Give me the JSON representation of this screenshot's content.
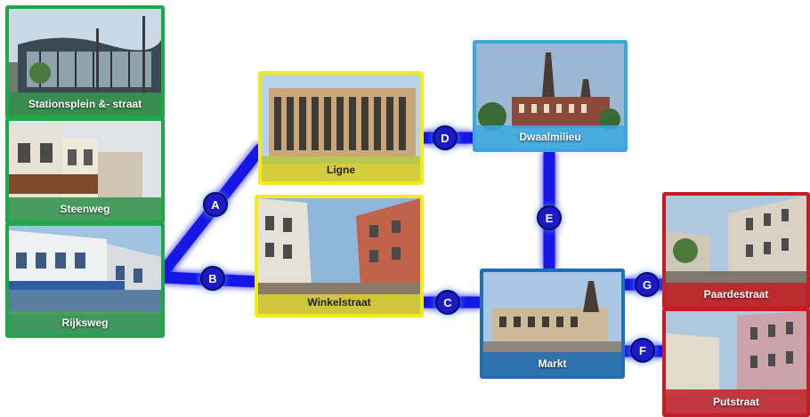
{
  "colors": {
    "route": "#1414e6",
    "route_glow": "#7fb2ff",
    "badge": "#1a1ac8",
    "green_frame": "#1fa84a",
    "yellow_frame": "#f2ea1a",
    "lightblue_frame": "#3aa8e0",
    "blue_frame": "#1f6fb8",
    "red_frame": "#c41e24"
  },
  "nodes": [
    {
      "id": "stationsplein",
      "label": "Stationsplein &- straat",
      "frame": "green"
    },
    {
      "id": "steenweg",
      "label": "Steenweg",
      "frame": "green"
    },
    {
      "id": "rijksweg",
      "label": "Rijksweg",
      "frame": "green"
    },
    {
      "id": "ligne",
      "label": "Ligne",
      "frame": "yellow"
    },
    {
      "id": "winkelstraat",
      "label": "Winkelstraat",
      "frame": "yellow"
    },
    {
      "id": "dwaalmilieu",
      "label": "Dwaalmilieu",
      "frame": "lightblue"
    },
    {
      "id": "markt",
      "label": "Markt",
      "frame": "blue"
    },
    {
      "id": "paardestraat",
      "label": "Paardestraat",
      "frame": "red"
    },
    {
      "id": "putstraat",
      "label": "Putstraat",
      "frame": "red"
    }
  ],
  "connections": [
    {
      "id": "A",
      "label": "A"
    },
    {
      "id": "B",
      "label": "B"
    },
    {
      "id": "C",
      "label": "C"
    },
    {
      "id": "D",
      "label": "D"
    },
    {
      "id": "E",
      "label": "E"
    },
    {
      "id": "F",
      "label": "F"
    },
    {
      "id": "G",
      "label": "G"
    }
  ]
}
